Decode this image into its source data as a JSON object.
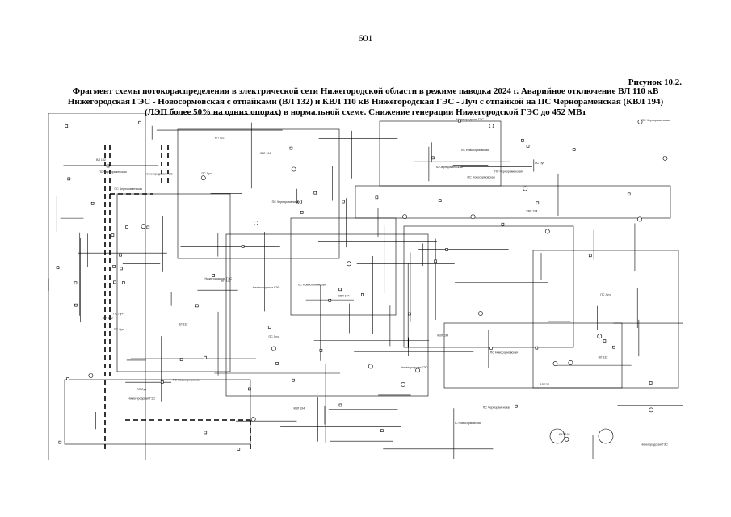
{
  "page": {
    "number": "601"
  },
  "figure": {
    "label": "Рисунок 10.2.",
    "caption_line1": "Фрагмент схемы потокораспределения в электрической сети Нижегородской области в режиме паводка 2024 г. Аварийное отключение ВЛ 110 кВ",
    "caption_line2": "Нижегородская ГЭС - Новосормовская с отпайками (ВЛ 132) и КВЛ 110 кВ Нижегородская ГЭС - Луч с отпайкой на ПС Чернораменская (КВЛ 194)",
    "caption_line3": "(ЛЭП более 50% на одних опорах) в нормальной схеме. Снижение генерации Нижегородской ГЭС до 452 МВт"
  },
  "diagram": {
    "line_color": "#000000",
    "outage_line_style": "dashed",
    "labels": [
      "ПС Чернораменская",
      "ПС Луч",
      "Нижегородская ГЭС",
      "ВЛ 132",
      "КВЛ 194",
      "ПС Новосормовская"
    ]
  }
}
